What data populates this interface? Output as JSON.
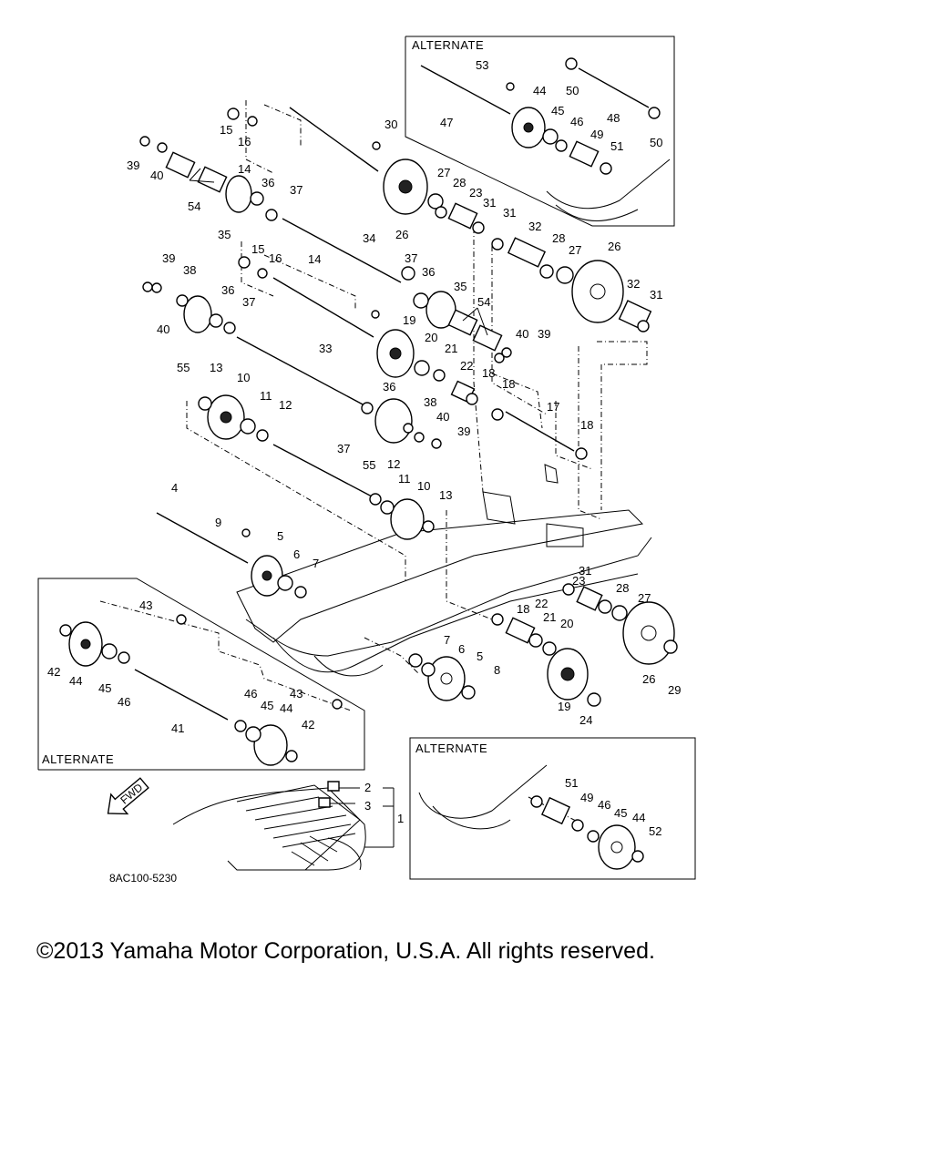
{
  "frame_labels": {
    "top_right": "ALTERNATE",
    "lower_left": "ALTERNATE",
    "bottom_right": "ALTERNATE"
  },
  "direction_arrow": "FWD",
  "drawing_code": "8AC100-5230",
  "copyright": "©2013 Yamaha Motor Corporation, U.S.A. All rights reserved.",
  "callouts": [
    "1",
    "2",
    "3",
    "4",
    "5",
    "6",
    "7",
    "8",
    "9",
    "10",
    "11",
    "12",
    "13",
    "14",
    "15",
    "16",
    "17",
    "18",
    "19",
    "20",
    "21",
    "22",
    "23",
    "24",
    "26",
    "27",
    "28",
    "29",
    "30",
    "31",
    "32",
    "33",
    "34",
    "35",
    "36",
    "37",
    "38",
    "39",
    "40",
    "41",
    "42",
    "43",
    "44",
    "45",
    "46",
    "47",
    "48",
    "49",
    "50",
    "51",
    "52",
    "53",
    "54",
    "55"
  ]
}
